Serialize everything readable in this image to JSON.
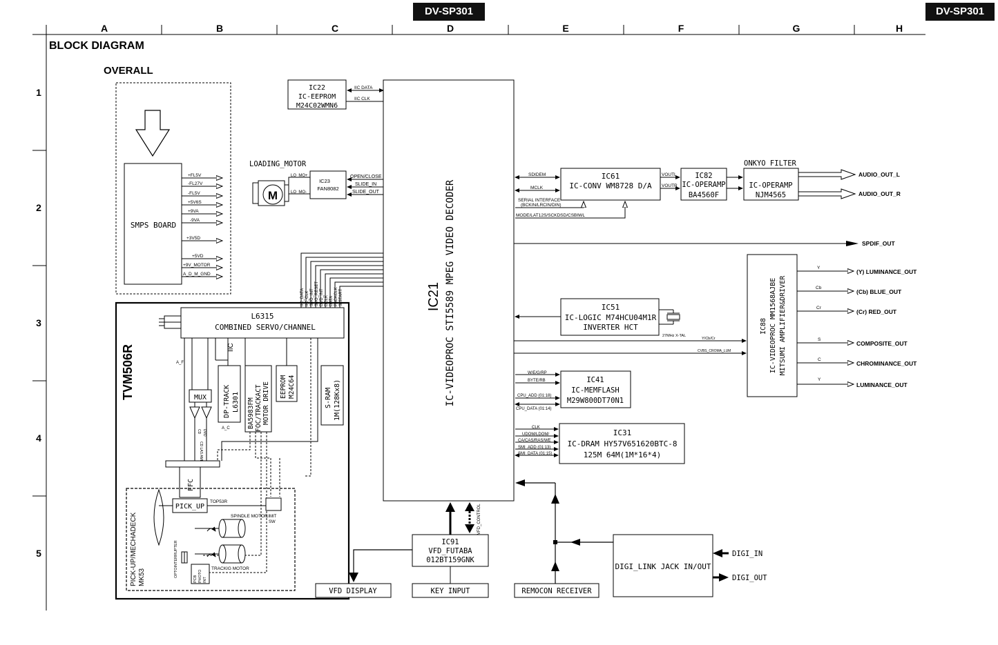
{
  "header": {
    "model": "DV-SP301",
    "columns": [
      "A",
      "B",
      "C",
      "D",
      "E",
      "F",
      "G",
      "H"
    ],
    "rows": [
      "1",
      "2",
      "3",
      "4",
      "5"
    ]
  },
  "titles": {
    "main": "BLOCK DIAGRAM",
    "sub": "OVERALL"
  },
  "smps": {
    "name": "SMPS BOARD",
    "rails": [
      "+FL5V",
      "-FL27V",
      "-FL5V",
      "+5V6S",
      "+9VA",
      "-9VA",
      "+3V5D",
      "+5VD",
      "+9V_MOTOR",
      "A_D_M_GND"
    ]
  },
  "tvm": {
    "name": "TVM506R",
    "l6315": [
      "L6315",
      "COMBINED SERVO/CHANNEL"
    ],
    "iic": "IIC",
    "mux": "MUX",
    "af": "A_F",
    "ac": "A_C",
    "amp_labels": [
      "CD",
      "DVD",
      "CD LAS AMP"
    ],
    "dptrack": [
      "DP-TRACK",
      "L6301"
    ],
    "ba5983": [
      "BA5983FM",
      "FOC/TRACKACT",
      "MOTOR DRIVE"
    ],
    "eeprom": [
      "EEPROM",
      "M24C64"
    ],
    "sram": [
      "S-RAM",
      "1M(128Kx8)"
    ],
    "ffc": "FFC",
    "mechadeck": [
      "PICK-UP/MECHADECK",
      "MK53"
    ],
    "pickup": "PICK_UP",
    "top53r": "TOP53R",
    "limit": [
      "LIMIT",
      "SW"
    ],
    "spindle": "SPINDLE MOTOR",
    "tracking": "TRACKIG MOTOR",
    "opto": "OPTOINTERRUPTER",
    "pcb": [
      "PCB",
      "PHOTO",
      "INT"
    ],
    "bus": [
      "IIC_DATA",
      "IIC_CLK",
      "SVO_INT",
      "SVO_RESET",
      "DVD_INT",
      "DCLK",
      "DATA",
      "PACKCLK",
      "S-START"
    ]
  },
  "ic22": {
    "lines": [
      "IC22",
      "IC-EEPROM",
      "M24C02WMN6"
    ],
    "signals": [
      "IIC DATA",
      "IIC CLK"
    ]
  },
  "ic23": {
    "lines": [
      "IC23",
      "FAN8082"
    ],
    "signals": [
      "OPEN/CLOSE",
      "SLIDE_IN",
      "SLIDE_OUT"
    ],
    "pins": [
      "LO_MO+",
      "LO_MO-"
    ],
    "motor_label": "LOADING_MOTOR",
    "motor_symbol": "M"
  },
  "ic21": {
    "lines": [
      "IC21",
      "IC-VIDEOPROC STI5589 MPEG VIDEO DECODER"
    ]
  },
  "ic61": {
    "lines": [
      "IC61",
      "IC-CONV WM8728 D/A"
    ],
    "inputs": [
      "SDIDEM",
      "MCLK",
      "SERIAL INTERFACE",
      "(BCKIN/LRCIN/DIN)",
      "MODE/LAT12S/SCKDSD/CSBIWL"
    ],
    "outputs": [
      "VOUTL",
      "VOUTR"
    ]
  },
  "ic82": {
    "lines": [
      "IC82",
      "IC-OPERAMP",
      "BA4560F"
    ]
  },
  "filter": {
    "label": "ONKYO FILTER",
    "lines": [
      "IC-OPERAMP",
      "NJM4565"
    ]
  },
  "audio_out": [
    "AUDIO_OUT_L",
    "AUDIO_OUT_R"
  ],
  "spdif": "SPDIF_OUT",
  "ic51": {
    "lines": [
      "IC51",
      "IC-LOGIC M74HCU04M1R",
      "INVERTER HCT"
    ],
    "xtal": "27MHz X-TAL"
  },
  "video_bus": [
    "Y/Cb/Cr",
    "CVBS_CROMA_LUM"
  ],
  "ic88": {
    "lines": [
      "IC88",
      "IC-VIDEOPROC MM1568AJBE",
      "MITSUMI AMPLIFIER&DRIVER"
    ]
  },
  "video_outs": [
    {
      "tag": "Y",
      "label": "(Y) LUMINANCE_OUT"
    },
    {
      "tag": "Cb",
      "label": "(Cb) BLUE_OUT"
    },
    {
      "tag": "Cr",
      "label": "(Cr) RED_OUT"
    },
    {
      "tag": "S",
      "label": "COMPOSITE_OUT"
    },
    {
      "tag": "C",
      "label": "CHROMINANCE_OUT"
    },
    {
      "tag": "Y",
      "label": "LUMINANCE_OUT"
    }
  ],
  "ic41": {
    "lines": [
      "IC41",
      "IC-MEMFLASH",
      "M29W800DT70N1"
    ],
    "signals": [
      "W/E/G/RP",
      "BYTE/RB",
      "CPU_ADD (01:18)",
      "CPU_DATA (01:14)"
    ]
  },
  "ic31": {
    "lines": [
      "IC31",
      "IC-DRAM HY57V651620BTC-8",
      "125M 64M(1M*16*4)"
    ],
    "signals": [
      "CLK",
      "UDOM/LDOM/",
      "CA/CAS/RAS/WE",
      "SMI_ADD (01:13)",
      "SMI_DATA (01:15)"
    ]
  },
  "ic91": {
    "lines": [
      "IC91",
      "VFD_FUTABA",
      "012BT159GNK"
    ],
    "control": "VFD_CONTROL"
  },
  "bottom": {
    "vfd": "VFD DISPLAY",
    "key": "KEY INPUT",
    "remocon": "REMOCON RECEIVER",
    "digilink": "DIGI_LINK JACK IN/OUT",
    "digi_in": "DIGI_IN",
    "digi_out": "DIGI_OUT"
  }
}
